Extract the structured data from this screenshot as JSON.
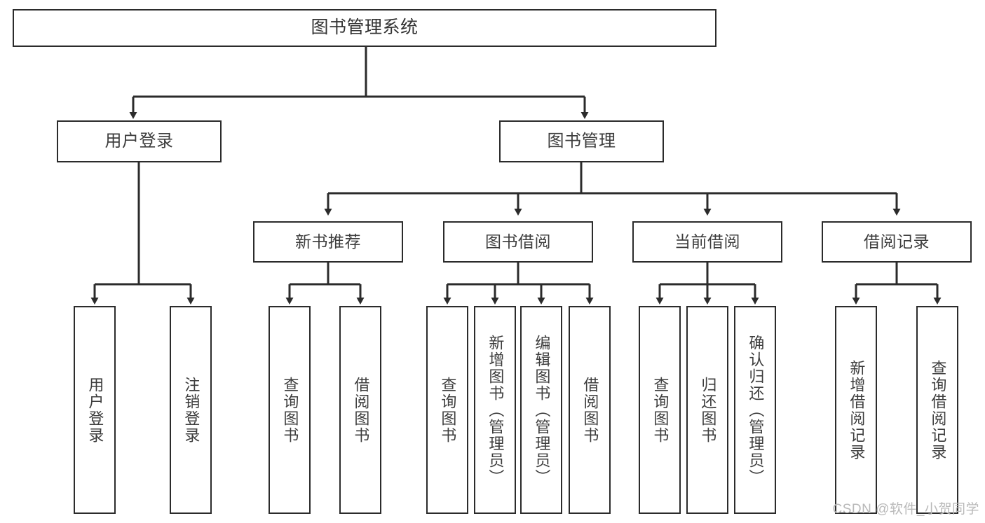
{
  "diagram": {
    "title": "图书管理系统",
    "type": "tree-hierarchy-diagram",
    "colors": {
      "box_border": "#2b2b2b",
      "box_fill": "#ffffff",
      "connector": "#2b2b2b",
      "text": "#3d3d3d",
      "watermark": "#b9b9b9"
    }
  },
  "nodes": {
    "root": {
      "label": "图书管理系统"
    },
    "level1": [
      {
        "label": "用户登录"
      },
      {
        "label": "图书管理"
      }
    ],
    "level2": [
      {
        "label": "新书推荐"
      },
      {
        "label": "图书借阅"
      },
      {
        "label": "当前借阅"
      },
      {
        "label": "借阅记录"
      }
    ],
    "leaves": {
      "user_login": [
        {
          "label": "用户登录"
        },
        {
          "label": "注销登录"
        }
      ],
      "new_book_recommend": [
        {
          "label": "查询图书"
        },
        {
          "label": "借阅图书"
        }
      ],
      "book_borrow": [
        {
          "label": "查询图书"
        },
        {
          "label": "新增图书（管理员）"
        },
        {
          "label": "编辑图书（管理员）"
        },
        {
          "label": "借阅图书"
        }
      ],
      "current_borrow": [
        {
          "label": "查询图书"
        },
        {
          "label": "归还图书"
        },
        {
          "label": "确认归还（管理员）"
        }
      ],
      "borrow_record": [
        {
          "label": "新增借阅记录"
        },
        {
          "label": "查询借阅记录"
        }
      ]
    }
  },
  "watermark": {
    "text": "CSDN @软件_小贺同学"
  }
}
